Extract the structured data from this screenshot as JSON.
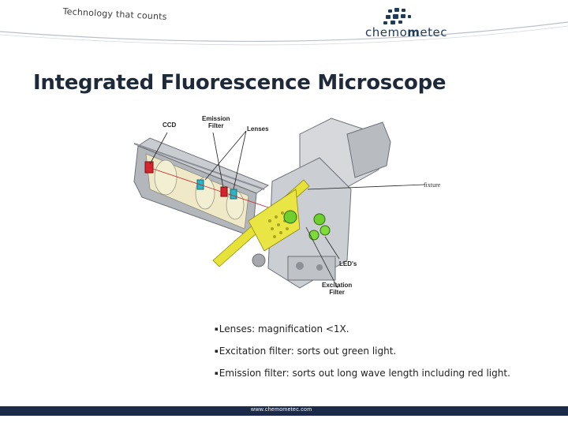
{
  "header": {
    "tagline": "Technology that counts",
    "logo_text_pre": "chemo",
    "logo_text_hl": "m",
    "logo_text_post": "etec"
  },
  "title": "Integrated Fluorescence Microscope",
  "figure": {
    "callouts": {
      "ccd": "CCD",
      "emission_filter_1": "Emission",
      "emission_filter_2": "Filter",
      "lenses": "Lenses",
      "fixture": "fixture",
      "leds": "LED's",
      "excitation_filter_1": "Excitation",
      "excitation_filter_2": "Filter"
    }
  },
  "bullets": [
    "Lenses: magnification <1X.",
    "Excitation filter: sorts out green light.",
    "Emission filter: sorts out long wave length including red light."
  ],
  "bullet_mark": "▪",
  "footer": {
    "url": "www.chemometec.com"
  },
  "colors": {
    "title": "#1e2a3a",
    "logo": "#1f3b5c",
    "footer": "#1c2a4a",
    "optics_yellow": "#e6e23a",
    "led_green": "#6ecf2e",
    "filter_red": "#d8242c",
    "lens_cyan": "#2bb3c6"
  }
}
